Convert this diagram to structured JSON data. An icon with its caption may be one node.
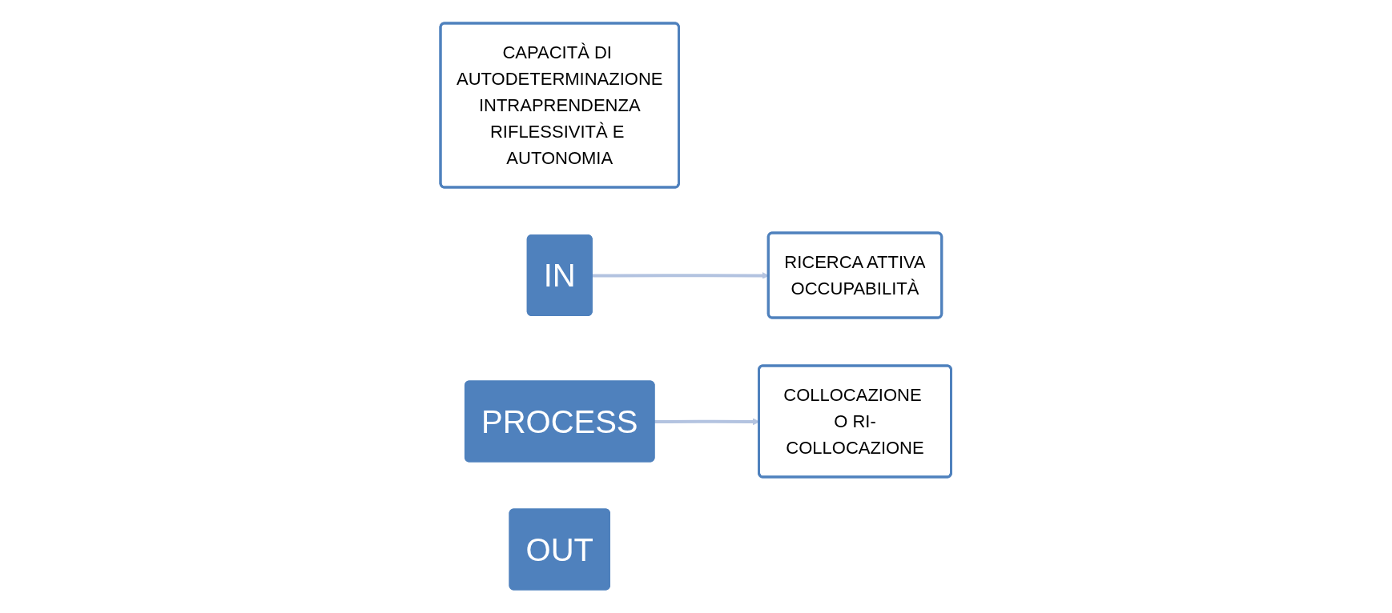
{
  "diagram": {
    "nodes": [
      {
        "text": [
          "CAPACITÀ DI AUTODETERMINAZIONE",
          "INTRAPRENDENZA",
          "RIFLESSIVITÀ E AUTONOMIA"
        ]
      },
      {
        "text": [
          "IN"
        ]
      },
      {
        "text": [
          "RICERCA ATTIVA",
          "OCCUPABILITÀ"
        ]
      },
      {
        "text": [
          "PROCESS"
        ]
      },
      {
        "text": [
          "COLLOCAZIONE O RI-COLLOCAZIONE"
        ]
      },
      {
        "text": [
          "OUT"
        ]
      }
    ],
    "edges": [
      {
        "from": 1,
        "to": 2,
        "arrow": "to"
      },
      {
        "from": 3,
        "to": 4,
        "arrow": "to"
      }
    ]
  }
}
